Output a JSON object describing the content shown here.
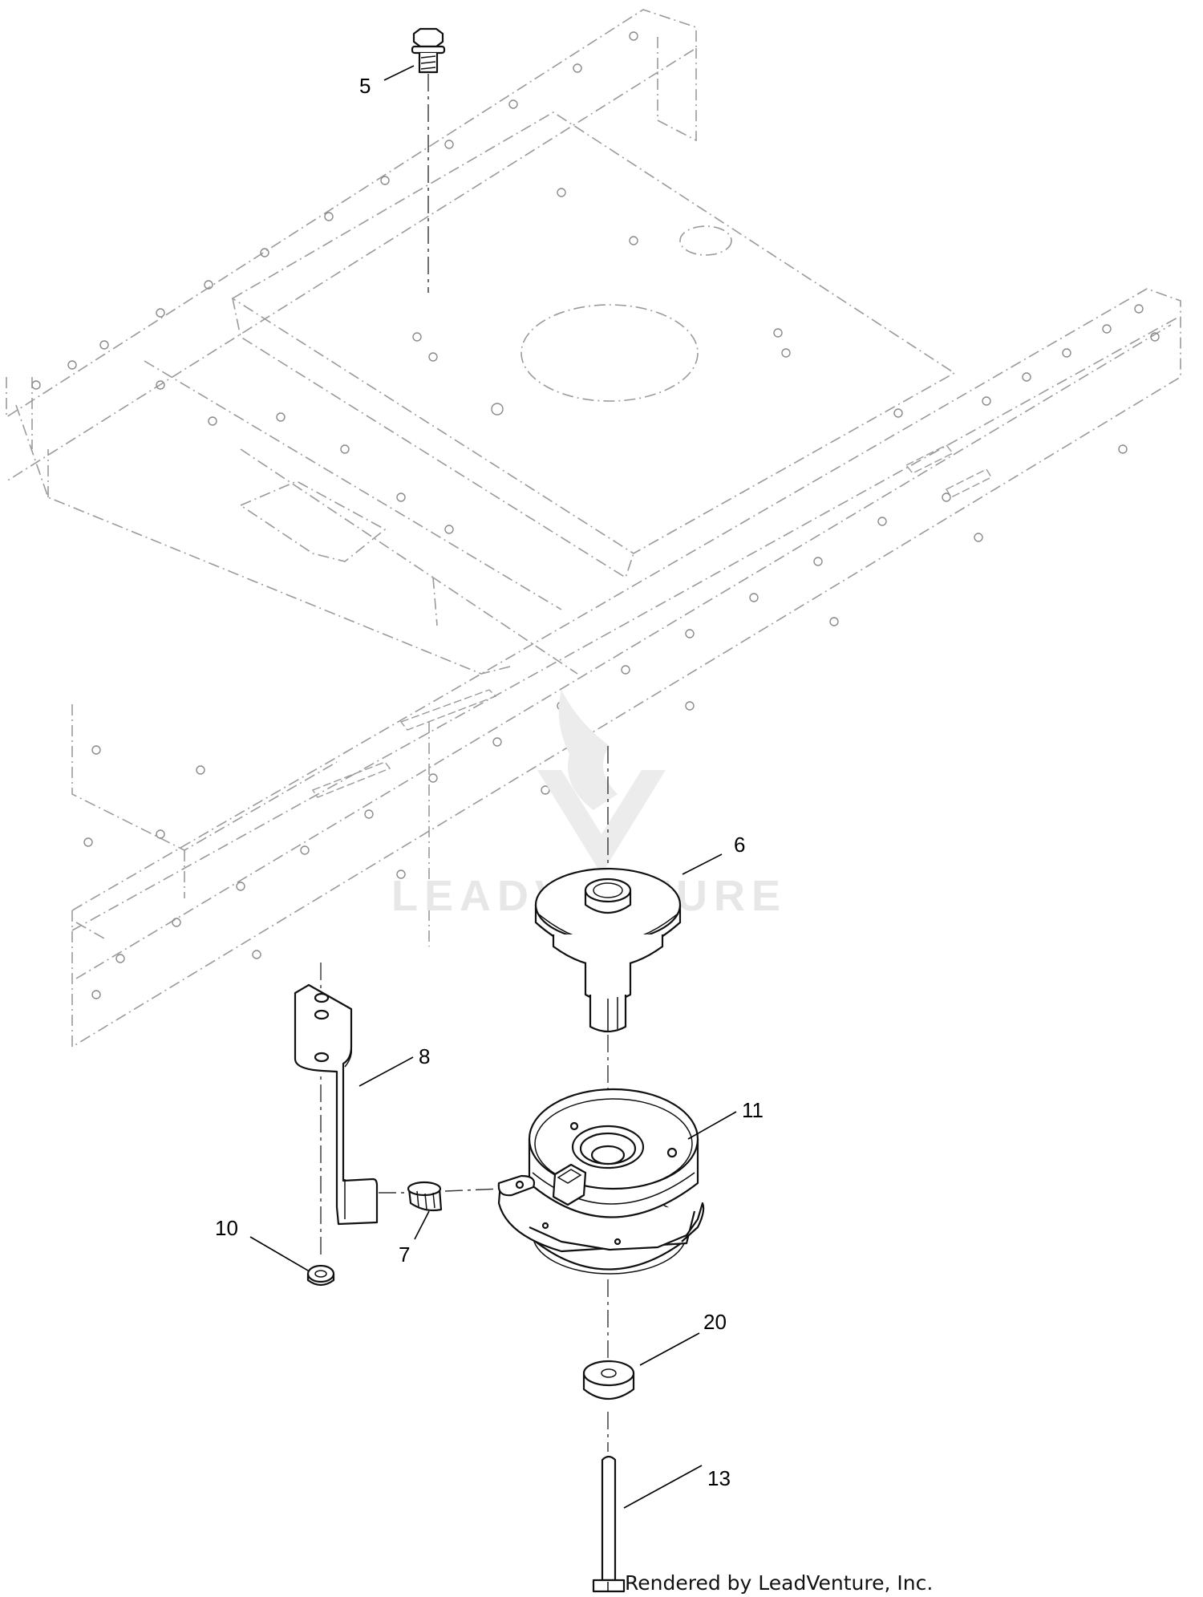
{
  "callouts": {
    "c5": "5",
    "c6": "6",
    "c7": "7",
    "c8": "8",
    "c10": "10",
    "c11": "11",
    "c13": "13",
    "c20": "20"
  },
  "watermark": "LEADVENTURE",
  "footer": "Rendered by LeadVenture, Inc."
}
